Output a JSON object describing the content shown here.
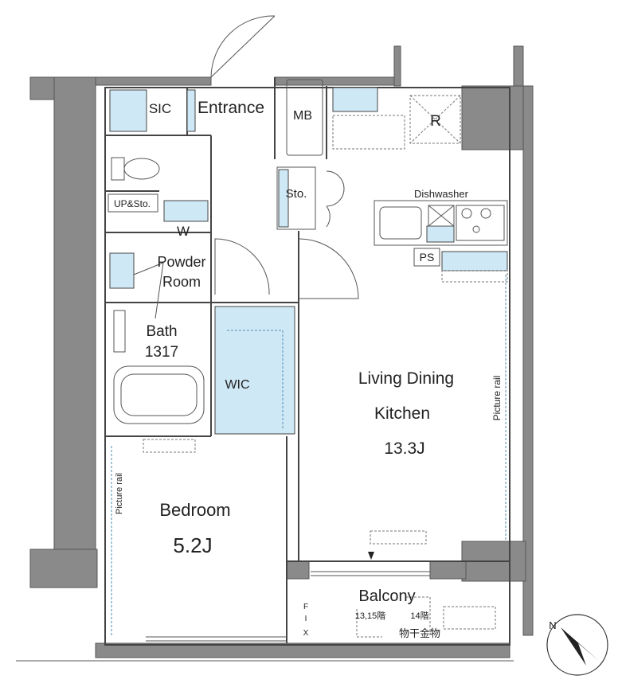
{
  "rooms": {
    "sic": "SIC",
    "entrance": "Entrance",
    "mb": "MB",
    "r": "R",
    "sto": "Sto.",
    "up_sto": "UP&Sto.",
    "w": "W",
    "powder_line1": "Powder",
    "powder_line2": "Room",
    "bath_line1": "Bath",
    "bath_line2": "1317",
    "wic": "WIC",
    "ldk_line1": "Living Dining",
    "ldk_line2": "Kitchen",
    "ldk_size": "13.3J",
    "bedroom": "Bedroom",
    "bedroom_size": "5.2J",
    "balcony": "Balcony",
    "dishwasher": "Dishwasher",
    "ps": "PS",
    "picture_rail_right": "Picture rail",
    "picture_rail_left": "Picture rail",
    "fix_f": "F",
    "fix_i": "I",
    "fix_x": "X",
    "balcony_tag1": "13,15階",
    "balcony_tag2": "14階",
    "balcony_hanger": "物干金物"
  },
  "compass": {
    "north": "N"
  },
  "colors": {
    "accent_blue": "#cfe8f5",
    "wall_gray": "#8a8a8a"
  }
}
